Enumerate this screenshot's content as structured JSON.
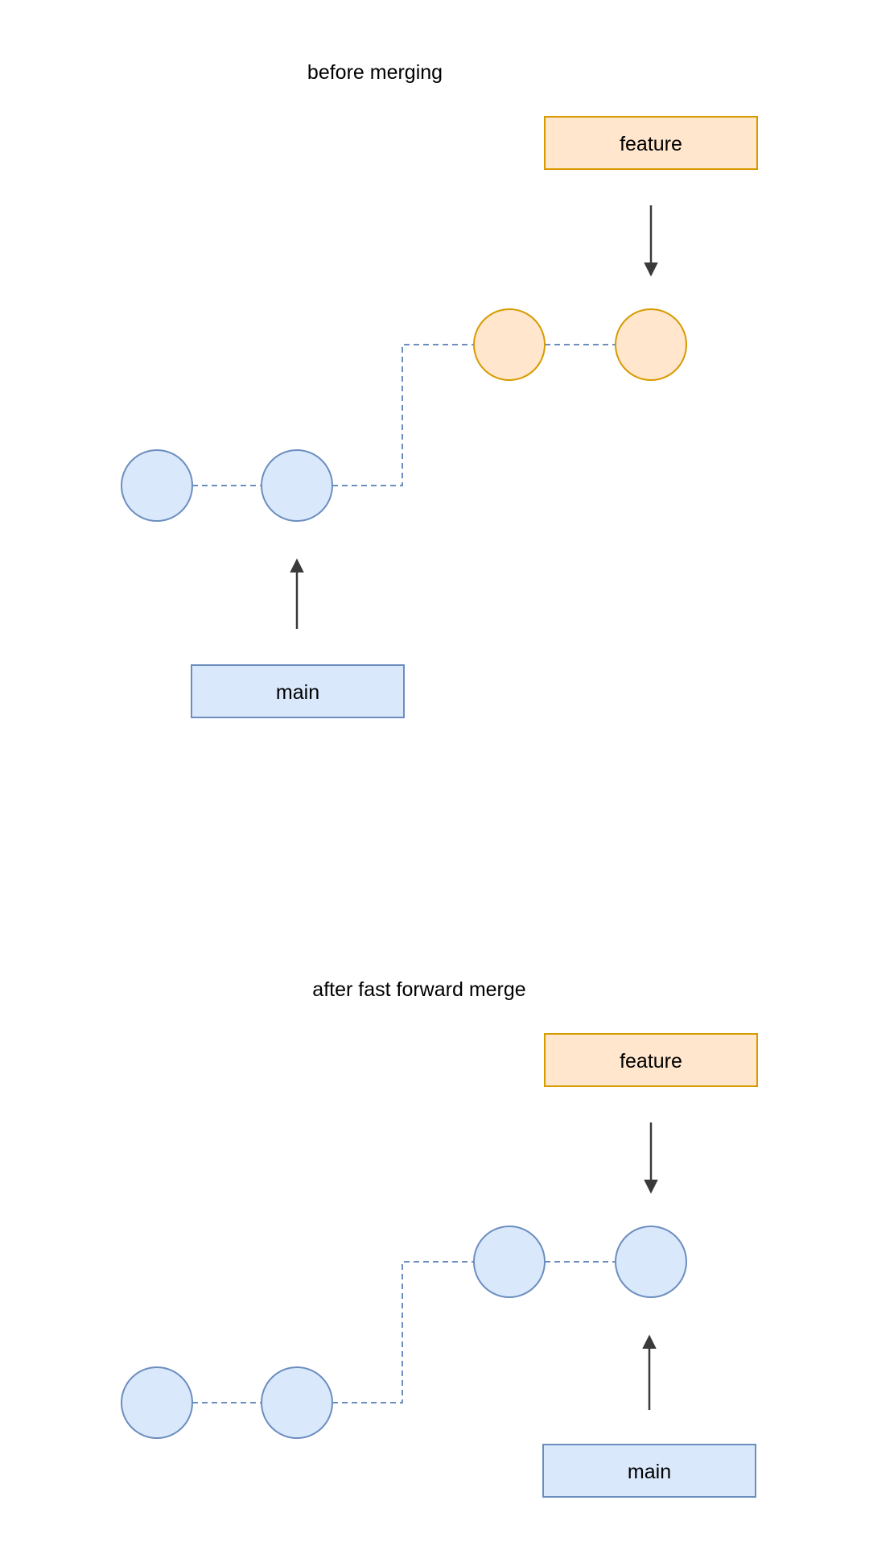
{
  "colors": {
    "background": "#ffffff",
    "main_fill": "#dae8fc",
    "main_stroke": "#6c8ebf",
    "feature_fill": "#ffe6cc",
    "feature_stroke": "#d79b00",
    "arrow": "#3a3a3a"
  },
  "panels": [
    {
      "title": "before merging",
      "feature_label": "feature",
      "main_label": "main",
      "commit_colors": [
        "main",
        "main",
        "feature",
        "feature"
      ]
    },
    {
      "title": "after fast forward merge",
      "feature_label": "feature",
      "main_label": "main",
      "commit_colors": [
        "main",
        "main",
        "main",
        "main"
      ]
    }
  ]
}
